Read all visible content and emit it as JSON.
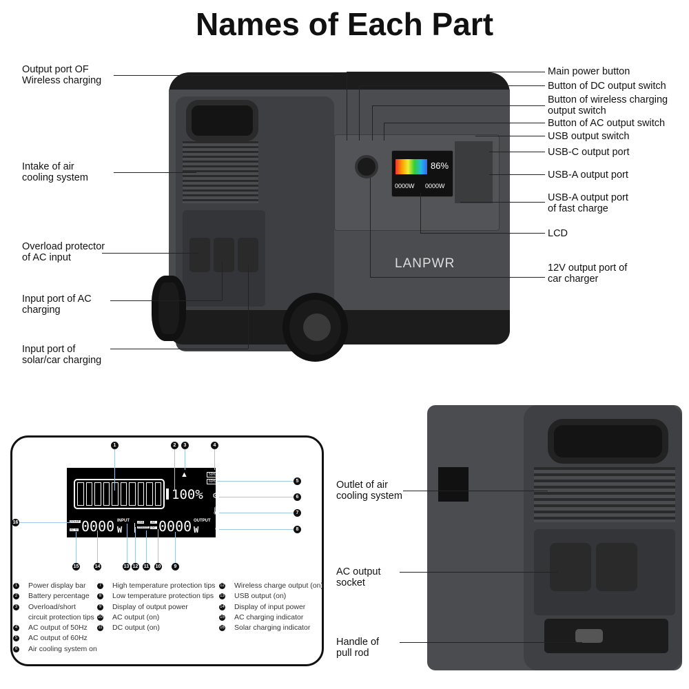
{
  "title": "Names of Each Part",
  "brand": "LANPWR",
  "left_labels": [
    "Output port OF\nWireless charging",
    "Intake of air\ncooling system",
    "Overload protector\nof AC input",
    "Input port of AC\ncharging",
    "Input port of\nsolar/car charging"
  ],
  "right_labels": [
    "Main power button",
    "Button of DC output switch",
    "Button of wireless charging\noutput switch",
    "Button of AC output switch",
    "USB output switch",
    "USB-C output port",
    "USB-A output port",
    "USB-A output port\nof fast charge",
    "LCD",
    "12V output port of\ncar charger"
  ],
  "front_lcd": {
    "percent": "86%",
    "input": "0000W",
    "output": "0000W"
  },
  "back_labels": [
    "Outlet of air\ncooling system",
    "AC output\nsocket",
    "Handle of\npull rod"
  ],
  "lcd_diagram": {
    "percent": "100%",
    "hz50": "50Hz",
    "hz60": "60Hz",
    "input_value": "0000",
    "input_unit": "W",
    "input_label": "INPUT",
    "output_value": "0000",
    "output_unit": "W",
    "output_label": "OUTPUT",
    "tags": [
      "SOLAR",
      "AC IN",
      "USB",
      "WIRELESS",
      "AC",
      "DC"
    ],
    "callouts": [
      "1",
      "2",
      "3",
      "4",
      "5",
      "6",
      "7",
      "8",
      "9",
      "10",
      "11",
      "12",
      "13",
      "14",
      "15",
      "16"
    ]
  },
  "legend": [
    "Power display bar",
    "Battery percentage",
    "Overload/short\ncircuit protection tips",
    "AC output of 50Hz",
    "AC output of 60Hz",
    "Air cooling system on",
    "High temperature protection tips",
    "Low temperature protection tips",
    "Display of output power",
    "AC output (on)",
    "DC output (on)",
    "Wireless charge output (on)",
    "USB output (on)",
    "Display of input power",
    "AC charging indicator",
    "Solar charging indicator"
  ]
}
